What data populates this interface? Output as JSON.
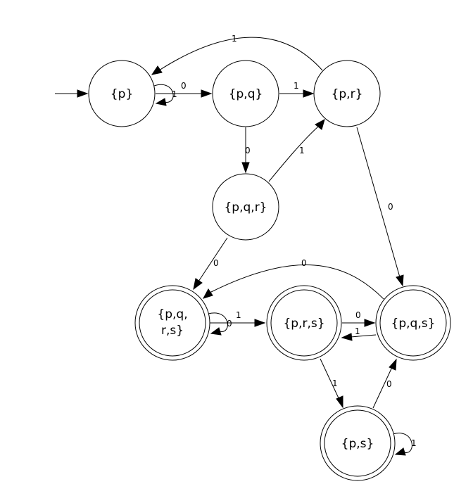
{
  "diagram": {
    "type": "state-machine",
    "states": [
      {
        "id": "p",
        "label": "{p}",
        "start": true,
        "accepting": false
      },
      {
        "id": "pq",
        "label": "{p,q}",
        "start": false,
        "accepting": false
      },
      {
        "id": "pr",
        "label": "{p,r}",
        "start": false,
        "accepting": false
      },
      {
        "id": "pqr",
        "label": "{p,q,r}",
        "start": false,
        "accepting": false
      },
      {
        "id": "pqrs",
        "label_line1": "{p,q,",
        "label_line2": "r,s}",
        "start": false,
        "accepting": true
      },
      {
        "id": "prs",
        "label": "{p,r,s}",
        "start": false,
        "accepting": true
      },
      {
        "id": "pqs",
        "label": "{p,q,s}",
        "start": false,
        "accepting": true
      },
      {
        "id": "ps",
        "label": "{p,s}",
        "start": false,
        "accepting": true
      }
    ],
    "transitions": [
      {
        "from": "p",
        "to": "pq",
        "label": "0"
      },
      {
        "from": "p",
        "to": "p",
        "label": "1"
      },
      {
        "from": "pq",
        "to": "pr",
        "label": "1"
      },
      {
        "from": "pq",
        "to": "pqr",
        "label": "0"
      },
      {
        "from": "pr",
        "to": "p",
        "label": "1"
      },
      {
        "from": "pr",
        "to": "pqs",
        "label": "0"
      },
      {
        "from": "pqr",
        "to": "pr",
        "label": "1"
      },
      {
        "from": "pqr",
        "to": "pqrs",
        "label": "0"
      },
      {
        "from": "pqrs",
        "to": "pqrs",
        "label": "0"
      },
      {
        "from": "pqrs",
        "to": "prs",
        "label": "1"
      },
      {
        "from": "prs",
        "to": "pqs",
        "label": "0"
      },
      {
        "from": "prs",
        "to": "ps",
        "label": "1"
      },
      {
        "from": "pqs",
        "to": "prs",
        "label": "1"
      },
      {
        "from": "pqs",
        "to": "pqrs",
        "label": "0"
      },
      {
        "from": "ps",
        "to": "pqs",
        "label": "0"
      },
      {
        "from": "ps",
        "to": "ps",
        "label": "1"
      }
    ]
  }
}
